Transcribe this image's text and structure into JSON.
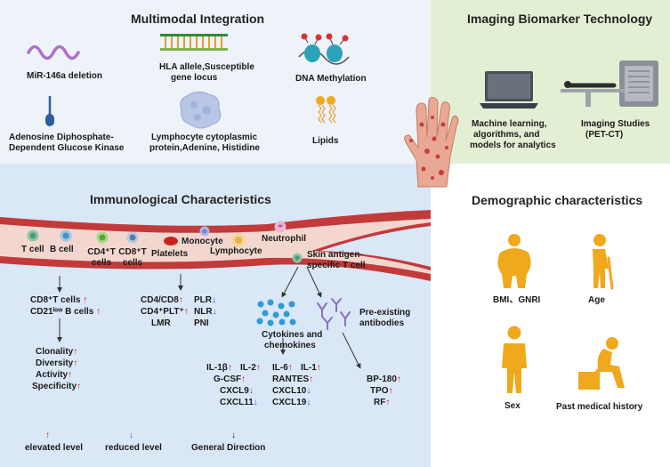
{
  "multimodal": {
    "title": "Multimodal Integration",
    "mir": "MiR-146a deletion",
    "hla_line1": "HLA allele,Susceptible",
    "hla_line2": "gene locus",
    "dna": "DNA Methylation",
    "adk_line1": "Adenosine Diphosphate-",
    "adk_line2": "Dependent Glucose Kinase",
    "lymph_line1": "Lymphocyte cytoplasmic",
    "lymph_line2": "protein,Adenine, Histidine",
    "lipids": "Lipids"
  },
  "imaging": {
    "title": "Imaging Biomarker Technology",
    "ml_line1": "Machine learning,",
    "ml_line2": "algorithms, and",
    "ml_line3": "models for analytics",
    "studies_line1": "Imaging Studies",
    "studies_line2": "(PET-CT)"
  },
  "immuno": {
    "title": "Immunological Characteristics",
    "cells": {
      "tcell": "T cell",
      "bcell": "B cell",
      "cd4_line1": "CD4⁺T",
      "cd4_line2": "cells",
      "cd8_line1": "CD8⁺T",
      "cd8_line2": "cells",
      "platelets": "Platelets",
      "monocyte": "Monocyte",
      "lymphocyte": "Lymphocyte",
      "neutrophil": "Neutrophil",
      "skin_line1": "Skin antigen-",
      "skin_line2": "specific T cell"
    },
    "t_markers": {
      "cd8": "CD8⁺T cells",
      "cd21": "CD21ˡᵒʷ B cells"
    },
    "repertoire": [
      "Clonality",
      "Diversity",
      "Activity",
      "Specificity"
    ],
    "ratios": {
      "cd4cd8": "CD4/CD8",
      "cd4plt": "CD4⁺PLT⁺",
      "lmr": "LMR",
      "plr": "PLR",
      "nlr": "NLR",
      "pni": "PNI"
    },
    "cytokines_title_line1": "Cytokines and",
    "cytokines_title_line2": "chemokines",
    "antibodies_line1": "Pre-existing",
    "antibodies_line2": "antibodies",
    "cyto": {
      "il1b": "IL-1β",
      "il2": "IL-2",
      "il6": "IL-6",
      "il1": "IL-1",
      "gcsf": "G-CSF",
      "rantes": "RANTES",
      "cxcl9": "CXCL9",
      "cxcl10": "CXCL10",
      "cxcl11": "CXCL11",
      "cxcl19": "CXCL19"
    },
    "antibodies": [
      "BP-180",
      "TPO",
      "RF"
    ]
  },
  "legend": {
    "up_arrow": "↑",
    "down_arrow": "↓",
    "dir_arrow": "↓",
    "elevated": "elevated level",
    "reduced": "reduced level",
    "direction": "General Direction"
  },
  "demographic": {
    "title": "Demographic characteristics",
    "bmi": "BMI、GNRI",
    "age": "Age",
    "sex": "Sex",
    "history": "Past medical history"
  },
  "colors": {
    "up": "#e01919",
    "down": "#1f6fd1",
    "vessel": "#c23a3a",
    "vessel_inner": "#f3d7cf",
    "person": "#f0a81c"
  }
}
